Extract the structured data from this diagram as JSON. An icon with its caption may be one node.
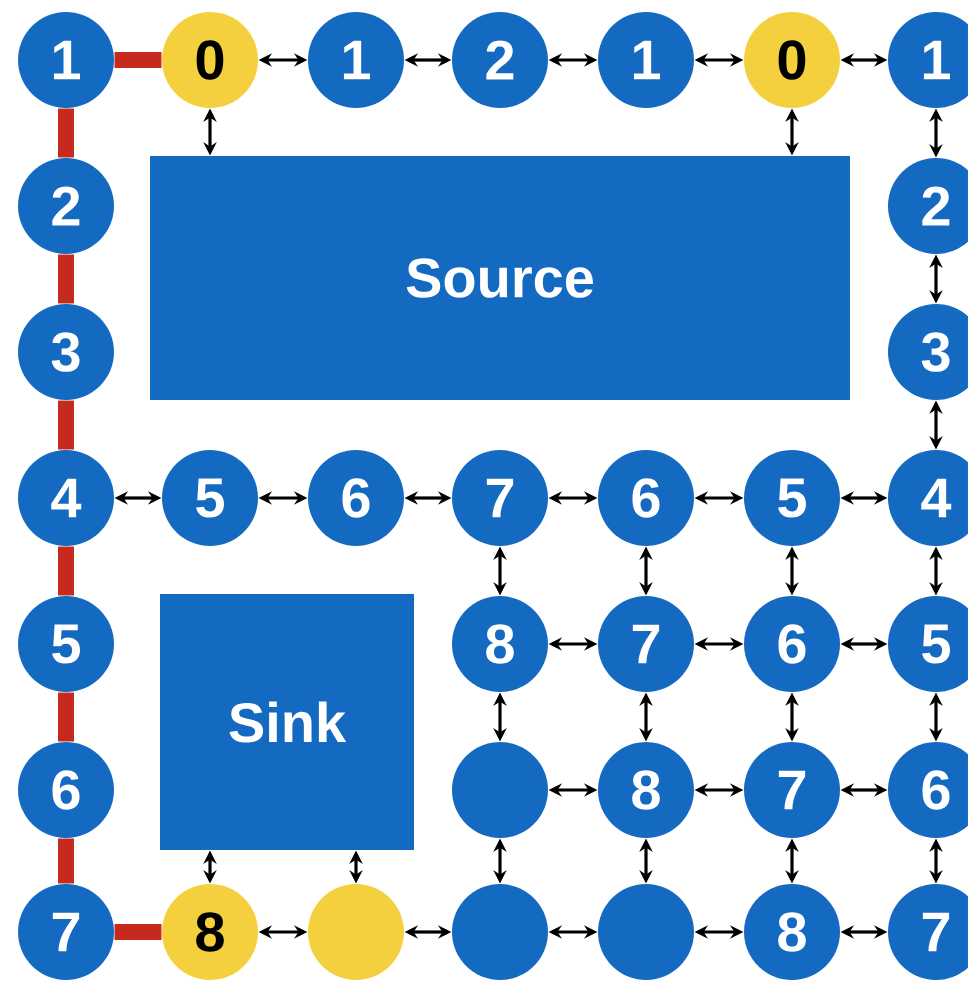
{
  "diagram": {
    "nodes": [
      {
        "text": [
          "1"
        ]
      },
      {
        "text": [
          "0"
        ]
      },
      {
        "text": [
          "1"
        ]
      },
      {
        "text": [
          "2"
        ]
      },
      {
        "text": [
          "1"
        ]
      },
      {
        "text": [
          "0"
        ]
      },
      {
        "text": [
          "1"
        ]
      },
      {
        "text": [
          "Source"
        ]
      },
      {
        "text": [
          "2"
        ]
      },
      {
        "text": [
          "2"
        ]
      },
      {
        "text": [
          "3"
        ]
      },
      {
        "text": [
          "3"
        ]
      },
      {
        "text": [
          "4"
        ]
      },
      {
        "text": [
          "5"
        ]
      },
      {
        "text": [
          "6"
        ]
      },
      {
        "text": [
          "7"
        ]
      },
      {
        "text": [
          "6"
        ]
      },
      {
        "text": [
          "5"
        ]
      },
      {
        "text": [
          "4"
        ]
      },
      {
        "text": [
          "5"
        ]
      },
      {
        "text": [
          "Sink"
        ]
      },
      {
        "text": [
          "8"
        ]
      },
      {
        "text": [
          "7"
        ]
      },
      {
        "text": [
          "6"
        ]
      },
      {
        "text": [
          "5"
        ]
      },
      {
        "text": [
          "6"
        ]
      },
      {
        "text": [],
        "shape": "circle"
      },
      {
        "text": [
          "8"
        ]
      },
      {
        "text": [
          "7"
        ]
      },
      {
        "text": [
          "6"
        ]
      },
      {
        "text": [
          "7"
        ]
      },
      {
        "text": [
          "8"
        ]
      },
      {
        "text": [],
        "shape": "circle"
      },
      {
        "text": [],
        "shape": "circle"
      },
      {
        "text": [],
        "shape": "circle"
      },
      {
        "text": [
          "8"
        ]
      },
      {
        "text": [
          "7"
        ]
      }
    ],
    "edges": [
      {
        "from": 0,
        "to": 1,
        "arrow": "none",
        "style": "thick",
        "color": "#c62a1e"
      },
      {
        "from": 1,
        "to": 2,
        "arrow": "both"
      },
      {
        "from": 2,
        "to": 3,
        "arrow": "both"
      },
      {
        "from": 3,
        "to": 4,
        "arrow": "both"
      },
      {
        "from": 4,
        "to": 5,
        "arrow": "both"
      },
      {
        "from": 5,
        "to": 6,
        "arrow": "both"
      },
      {
        "from": 1,
        "to": 7,
        "arrow": "both"
      },
      {
        "from": 5,
        "to": 7,
        "arrow": "both"
      },
      {
        "from": 6,
        "to": 9,
        "arrow": "both"
      },
      {
        "from": 9,
        "to": 11,
        "arrow": "both"
      },
      {
        "from": 11,
        "to": 18,
        "arrow": "both"
      },
      {
        "from": 0,
        "to": 8,
        "arrow": "none",
        "style": "thick",
        "color": "#c62a1e"
      },
      {
        "from": 8,
        "to": 10,
        "arrow": "none",
        "style": "thick",
        "color": "#c62a1e"
      },
      {
        "from": 10,
        "to": 12,
        "arrow": "none",
        "style": "thick",
        "color": "#c62a1e"
      },
      {
        "from": 12,
        "to": 19,
        "arrow": "none",
        "style": "thick",
        "color": "#c62a1e"
      },
      {
        "from": 19,
        "to": 25,
        "arrow": "none",
        "style": "thick",
        "color": "#c62a1e"
      },
      {
        "from": 25,
        "to": 30,
        "arrow": "none",
        "style": "thick",
        "color": "#c62a1e"
      },
      {
        "from": 30,
        "to": 31,
        "arrow": "none",
        "style": "thick",
        "color": "#c62a1e"
      },
      {
        "from": 12,
        "to": 13,
        "arrow": "both"
      },
      {
        "from": 13,
        "to": 14,
        "arrow": "both"
      },
      {
        "from": 14,
        "to": 15,
        "arrow": "both"
      },
      {
        "from": 15,
        "to": 16,
        "arrow": "both"
      },
      {
        "from": 16,
        "to": 17,
        "arrow": "both"
      },
      {
        "from": 17,
        "to": 18,
        "arrow": "both"
      },
      {
        "from": 15,
        "to": 21,
        "arrow": "both"
      },
      {
        "from": 16,
        "to": 22,
        "arrow": "both"
      },
      {
        "from": 17,
        "to": 23,
        "arrow": "both"
      },
      {
        "from": 18,
        "to": 24,
        "arrow": "both"
      },
      {
        "from": 21,
        "to": 22,
        "arrow": "both"
      },
      {
        "from": 22,
        "to": 23,
        "arrow": "both"
      },
      {
        "from": 23,
        "to": 24,
        "arrow": "both"
      },
      {
        "from": 21,
        "to": 26,
        "arrow": "both"
      },
      {
        "from": 22,
        "to": 27,
        "arrow": "both"
      },
      {
        "from": 23,
        "to": 28,
        "arrow": "both"
      },
      {
        "from": 24,
        "to": 29,
        "arrow": "both"
      },
      {
        "from": 26,
        "to": 27,
        "arrow": "both"
      },
      {
        "from": 27,
        "to": 28,
        "arrow": "both"
      },
      {
        "from": 28,
        "to": 29,
        "arrow": "both"
      },
      {
        "from": 26,
        "to": 33,
        "arrow": "both"
      },
      {
        "from": 27,
        "to": 34,
        "arrow": "both"
      },
      {
        "from": 28,
        "to": 35,
        "arrow": "both"
      },
      {
        "from": 29,
        "to": 36,
        "arrow": "both"
      },
      {
        "from": 20,
        "to": 31,
        "arrow": "both"
      },
      {
        "from": 20,
        "to": 32,
        "arrow": "both"
      },
      {
        "from": 31,
        "to": 32,
        "arrow": "both"
      },
      {
        "from": 32,
        "to": 33,
        "arrow": "both"
      },
      {
        "from": 33,
        "to": 34,
        "arrow": "both"
      },
      {
        "from": 34,
        "to": 35,
        "arrow": "both"
      },
      {
        "from": 35,
        "to": 36,
        "arrow": "both"
      }
    ]
  }
}
